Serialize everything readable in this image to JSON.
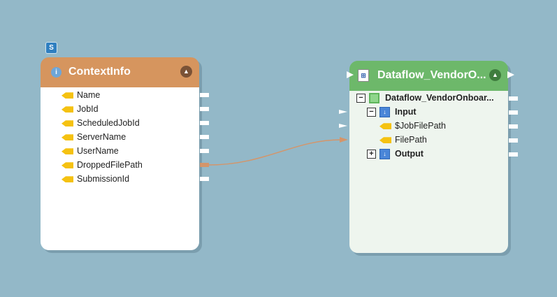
{
  "badge": "S",
  "context_node": {
    "title": "ContextInfo",
    "fields": [
      "Name",
      "JobId",
      "ScheduledJobId",
      "ServerName",
      "UserName",
      "DroppedFilePath",
      "SubmissionId"
    ]
  },
  "dataflow_node": {
    "title": "Dataflow_VendorO...",
    "root": "Dataflow_VendorOnboar...",
    "input_label": "Input",
    "input_fields": [
      "$JobFilePath",
      "FilePath"
    ],
    "output_label": "Output"
  },
  "colors": {
    "background": "#93b8c8",
    "context_header": "#d6955e",
    "dataflow_header": "#6db86a",
    "link": "#d4956a"
  }
}
